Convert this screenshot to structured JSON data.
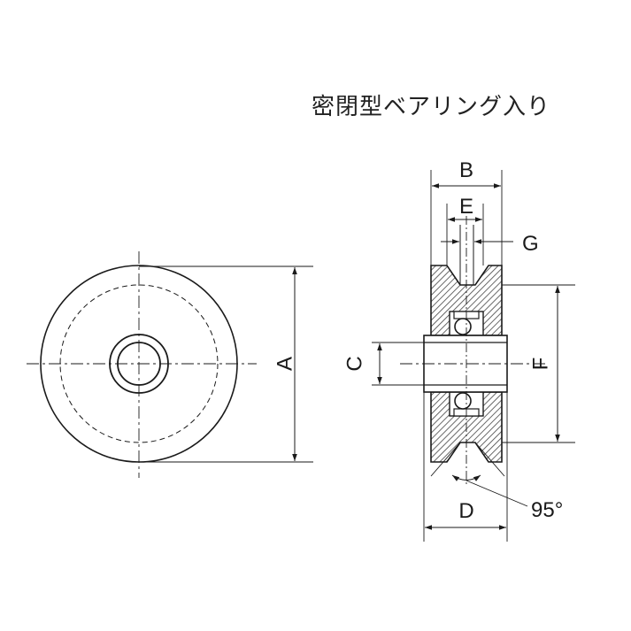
{
  "title": "密閉型ベアリング入り",
  "labels": {
    "A": "A",
    "B": "B",
    "C": "C",
    "D": "D",
    "E": "E",
    "F": "F",
    "G": "G",
    "angle": "95°"
  },
  "colors": {
    "line": "#1a1a1a",
    "hatch": "#333333",
    "background": "#ffffff"
  }
}
